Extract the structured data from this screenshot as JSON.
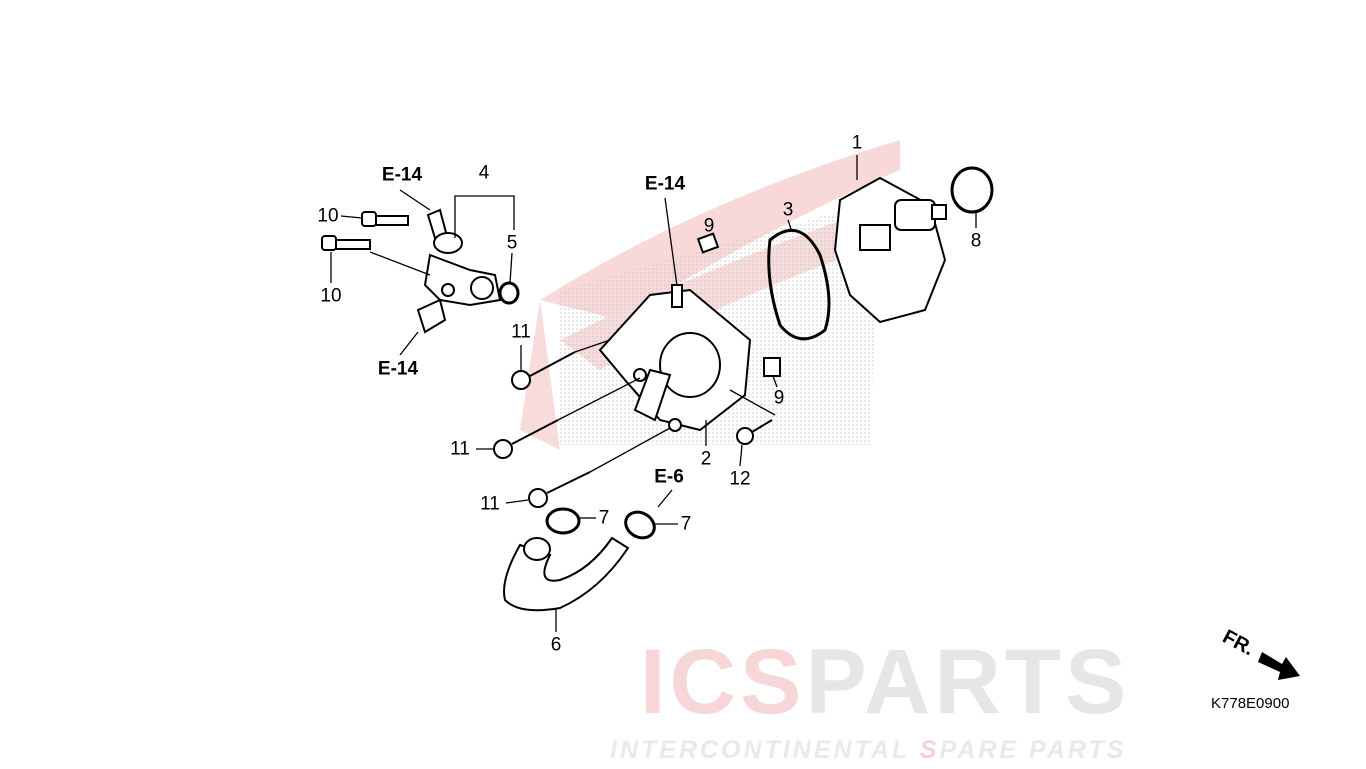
{
  "diagram": {
    "callouts": {
      "c1": "1",
      "c2": "2",
      "c3": "3",
      "c4": "4",
      "c5": "5",
      "c6": "6",
      "c7a": "7",
      "c7b": "7",
      "c8": "8",
      "c9a": "9",
      "c9b": "9",
      "c10a": "10",
      "c10b": "10",
      "c11a": "11",
      "c11b": "11",
      "c11c": "11",
      "c12": "12"
    },
    "references": {
      "r1": "E-14",
      "r2": "E-14",
      "r3": "E-14",
      "r4": "E-6"
    },
    "direction_label": "FR.",
    "diagram_code": "K778E0900"
  },
  "watermark": {
    "brand_a": "ICS",
    "brand_b": "PARTS",
    "tagline_a": "INTERCONTINENTAL ",
    "tagline_b": "S",
    "tagline_c": "PARE PARTS"
  }
}
